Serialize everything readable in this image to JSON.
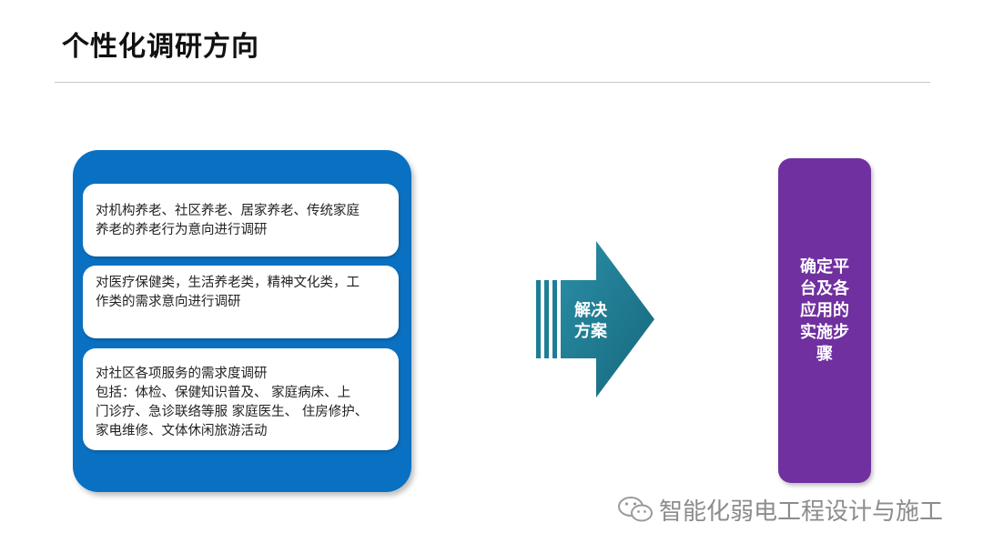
{
  "title": "个性化调研方向",
  "cards": [
    {
      "lines": [
        "对机构养老、社区养老、居家养老、传统家庭",
        "养老的养老行为意向进行调研"
      ]
    },
    {
      "lines": [
        "对医疗保健类，生活养老类，精神文化类，工",
        "作类的需求意向进行调研"
      ]
    },
    {
      "lines": [
        "对社区各项服务的需求度调研",
        "包括：体检、保健知识普及、 家庭病床、上",
        "门诊疗、急诊联络等服 家庭医生、 住房修护、",
        "家电维修、文体休闲旅游活动"
      ]
    }
  ],
  "arrow": {
    "lines": [
      "解决",
      "方案"
    ]
  },
  "result": {
    "lines": [
      "确定平",
      "台及各",
      "应用的",
      "实施步",
      "骤"
    ]
  },
  "watermark": {
    "text": "智能化弱电工程设计与施工",
    "icon": "wechat-icon"
  },
  "colors": {
    "panel_blue": "#0a71c2",
    "arrow_teal": "#1d7f94",
    "result_purple": "#7030a0"
  }
}
